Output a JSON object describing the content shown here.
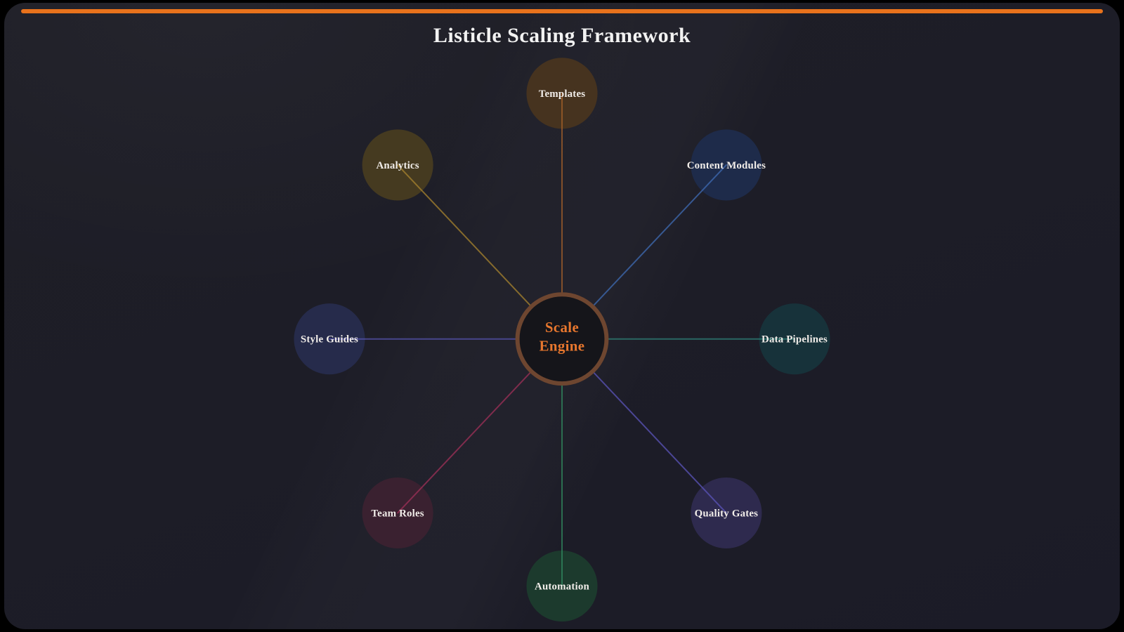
{
  "page": {
    "title": "Listicle Scaling Framework",
    "accent_color": "#e8721c",
    "background_color": "#1d1d26",
    "title_color": "#f2f2f2"
  },
  "center_node": {
    "label_line1": "Scale",
    "label_line2": "Engine",
    "text_color": "#e8772e",
    "fill": "#15151a",
    "border_color": "#6e4630"
  },
  "nodes": [
    {
      "id": "templates",
      "label": "Templates",
      "position": "top",
      "fill": "#46331f",
      "line_color": "#a5602a"
    },
    {
      "id": "content-modules",
      "label": "Content Modules",
      "position": "top-right",
      "fill": "#1e2b4a",
      "line_color": "#3f6cb5"
    },
    {
      "id": "data-pipelines",
      "label": "Data Pipelines",
      "position": "right",
      "fill": "#17323a",
      "line_color": "#2e8077"
    },
    {
      "id": "quality-gates",
      "label": "Quality Gates",
      "position": "bottom-right",
      "fill": "#2e2a4e",
      "line_color": "#5b54bb"
    },
    {
      "id": "automation",
      "label": "Automation",
      "position": "bottom",
      "fill": "#1c3a2d",
      "line_color": "#318a5f"
    },
    {
      "id": "team-roles",
      "label": "Team Roles",
      "position": "bottom-left",
      "fill": "#3a2130",
      "line_color": "#a03058"
    },
    {
      "id": "style-guides",
      "label": "Style Guides",
      "position": "left",
      "fill": "#262b4b",
      "line_color": "#5553ad"
    },
    {
      "id": "analytics",
      "label": "Analytics",
      "position": "top-left",
      "fill": "#453a20",
      "line_color": "#a8842e"
    }
  ]
}
